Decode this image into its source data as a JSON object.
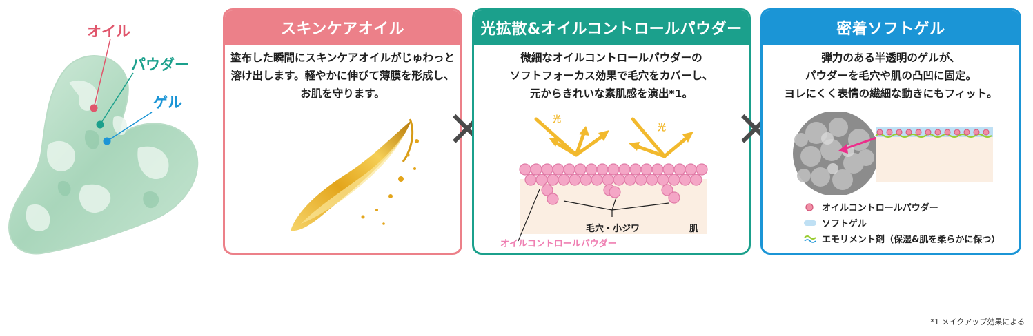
{
  "callouts": {
    "oil": "オイル",
    "powder": "パウダー",
    "gel": "ゲル"
  },
  "cards": [
    {
      "title": "スキンケアオイル",
      "lines": [
        "塗布した瞬間にスキンケアオイルがじゅわっと",
        "溶け出します。軽やかに伸びて薄膜を形成し、",
        "お肌を守ります。"
      ],
      "color": "#ec8089"
    },
    {
      "title": "光拡散&オイルコントロールパウダー",
      "lines": [
        "微細なオイルコントロールパウダーの",
        "ソフトフォーカス効果で毛穴をカバーし、",
        "元からきれいな素肌感を演出*1。"
      ],
      "color": "#1ba08c",
      "diagram": {
        "light1": "光",
        "light2": "光",
        "pores": "毛穴・小ジワ",
        "skin": "肌",
        "powder_label": "オイルコントロールパウダー"
      }
    },
    {
      "title": "密着ソフトゲル",
      "lines": [
        "弾力のある半透明のゲルが、",
        "パウダーを毛穴や肌の凸凹に固定。",
        "ヨレにくく表情の繊細な動きにもフィット。"
      ],
      "color": "#1b95d6",
      "legend": [
        "オイルコントロールパウダー",
        "ソフトゲル",
        "エモリメント剤（保湿&肌を柔らかに保つ）"
      ]
    }
  ],
  "cross_symbol": "×",
  "footnote": "*1 メイクアップ効果による",
  "colors": {
    "oil": "#e0566c",
    "powder": "#1ba08c",
    "gel": "#1b95d6",
    "arrow": "#f2b92d",
    "pink_powder": "#f4a6c6",
    "skin": "#fbeee2"
  }
}
